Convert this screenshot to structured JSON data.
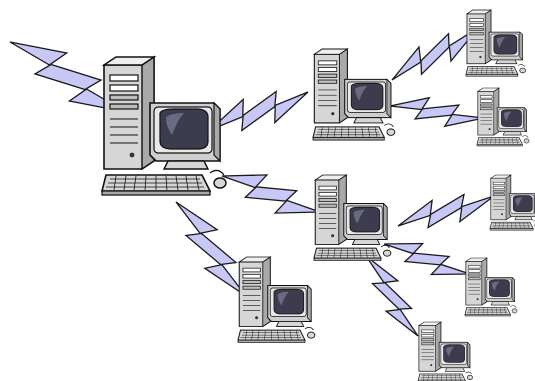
{
  "diagram": {
    "colors": {
      "background": "#ffffff",
      "bolt_fill": "#c7c8f6",
      "bolt_stroke": "#1a1a1a",
      "case_fill": "#d6d6d6",
      "case_shadow": "#a9a9a9",
      "monitor_fill": "#cfcfcf",
      "screen_fill": "#3d3b4e",
      "screen_glare": "#6b6a80",
      "outline": "#111111"
    },
    "nodes": [
      {
        "id": "hub",
        "icon": "desktop-computer-icon",
        "role": "central"
      },
      {
        "id": "mid-top",
        "icon": "desktop-computer-icon",
        "role": "relay"
      },
      {
        "id": "mid-center",
        "icon": "desktop-computer-icon",
        "role": "relay"
      },
      {
        "id": "bottom-left",
        "icon": "desktop-computer-icon",
        "role": "client"
      },
      {
        "id": "right-1",
        "icon": "desktop-computer-icon",
        "role": "client"
      },
      {
        "id": "right-2",
        "icon": "desktop-computer-icon",
        "role": "client"
      },
      {
        "id": "right-3",
        "icon": "desktop-computer-icon",
        "role": "client"
      },
      {
        "id": "right-4",
        "icon": "desktop-computer-icon",
        "role": "client"
      },
      {
        "id": "bottom-center",
        "icon": "desktop-computer-icon",
        "role": "client"
      }
    ],
    "links": [
      {
        "from": "external",
        "to": "hub",
        "icon": "lightning-bolt-icon"
      },
      {
        "from": "hub",
        "to": "mid-top",
        "icon": "lightning-bolt-icon"
      },
      {
        "from": "hub",
        "to": "mid-center",
        "icon": "lightning-bolt-icon"
      },
      {
        "from": "hub",
        "to": "bottom-left",
        "icon": "lightning-bolt-icon"
      },
      {
        "from": "mid-top",
        "to": "right-1",
        "icon": "lightning-bolt-icon"
      },
      {
        "from": "mid-top",
        "to": "right-2",
        "icon": "lightning-bolt-icon"
      },
      {
        "from": "mid-center",
        "to": "right-3",
        "icon": "lightning-bolt-icon"
      },
      {
        "from": "mid-center",
        "to": "right-4",
        "icon": "lightning-bolt-icon"
      },
      {
        "from": "mid-center",
        "to": "bottom-center",
        "icon": "lightning-bolt-icon"
      }
    ]
  }
}
